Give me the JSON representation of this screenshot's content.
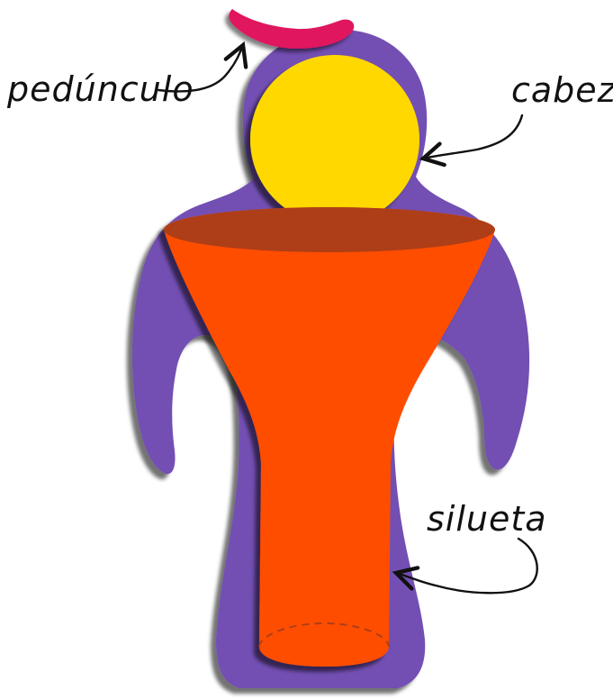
{
  "colors": {
    "silhouette": "#7350B3",
    "head": "#FFD800",
    "stem": "#E0135F",
    "funnel": "#FF4E00",
    "funnel_rim": "#AD3E18",
    "base_dash": "#AD3E18",
    "ink": "#111111"
  },
  "labels": {
    "peduncle": "pedúnculo",
    "head": "cabeza",
    "silhouette": "silueta"
  }
}
